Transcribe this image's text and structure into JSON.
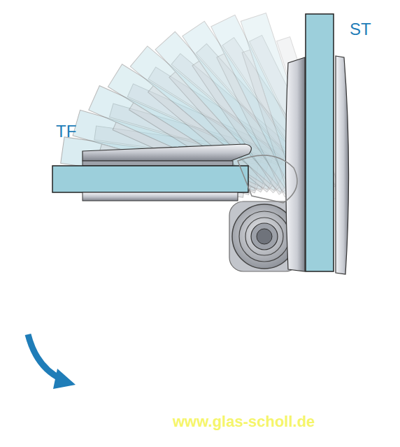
{
  "diagram": {
    "labels": [
      "TF",
      "ST",
      "www.glas-scholl.de"
    ]
  }
}
